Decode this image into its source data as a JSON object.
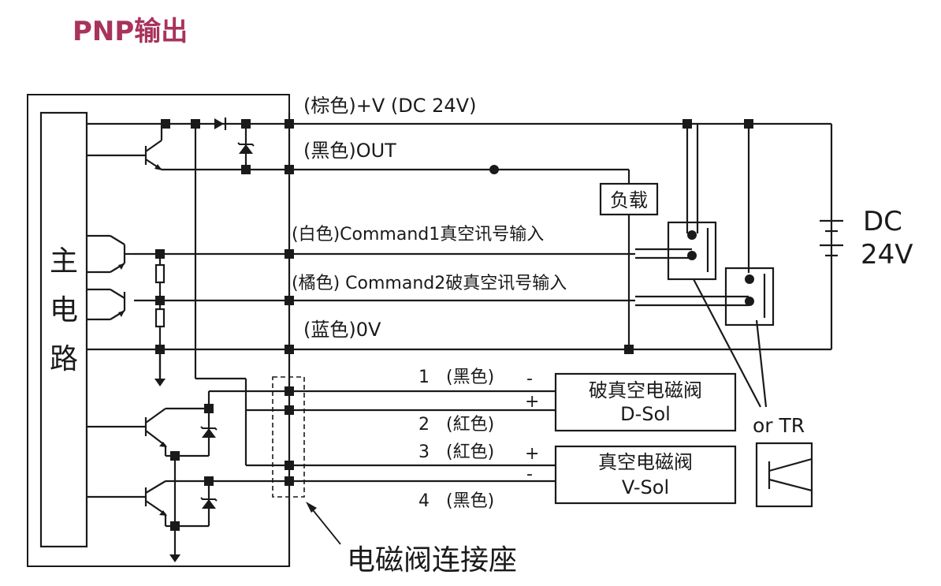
{
  "title": "PNP输出",
  "colors": {
    "title": "#a8335c",
    "line": "#1a1a1a"
  },
  "main_circuit": [
    "主",
    "电",
    "路"
  ],
  "wires": {
    "brown": "(棕色)+V (DC 24V)",
    "black_out": "(黑色)OUT",
    "white": "(白色)Command1真空讯号输入",
    "orange": "(橘色) Command2破真空讯号输入",
    "blue": "(蓝色)0V"
  },
  "load": "负载",
  "power": {
    "line1": "DC",
    "line2": "24V"
  },
  "connector_pins": [
    {
      "num": "1",
      "color": "(黑色)",
      "sign": "-"
    },
    {
      "num": "2",
      "color": "(紅色)",
      "sign": "+"
    },
    {
      "num": "3",
      "color": "(紅色)",
      "sign": "+"
    },
    {
      "num": "4",
      "color": "(黑色)",
      "sign": "-"
    }
  ],
  "valves": {
    "dsol": {
      "line1": "破真空电磁阀",
      "line2": "D-Sol"
    },
    "vsol": {
      "line1": "真空电磁阀",
      "line2": "V-Sol"
    }
  },
  "or_tr": "or TR",
  "connector_label": "电磁阀连接座"
}
